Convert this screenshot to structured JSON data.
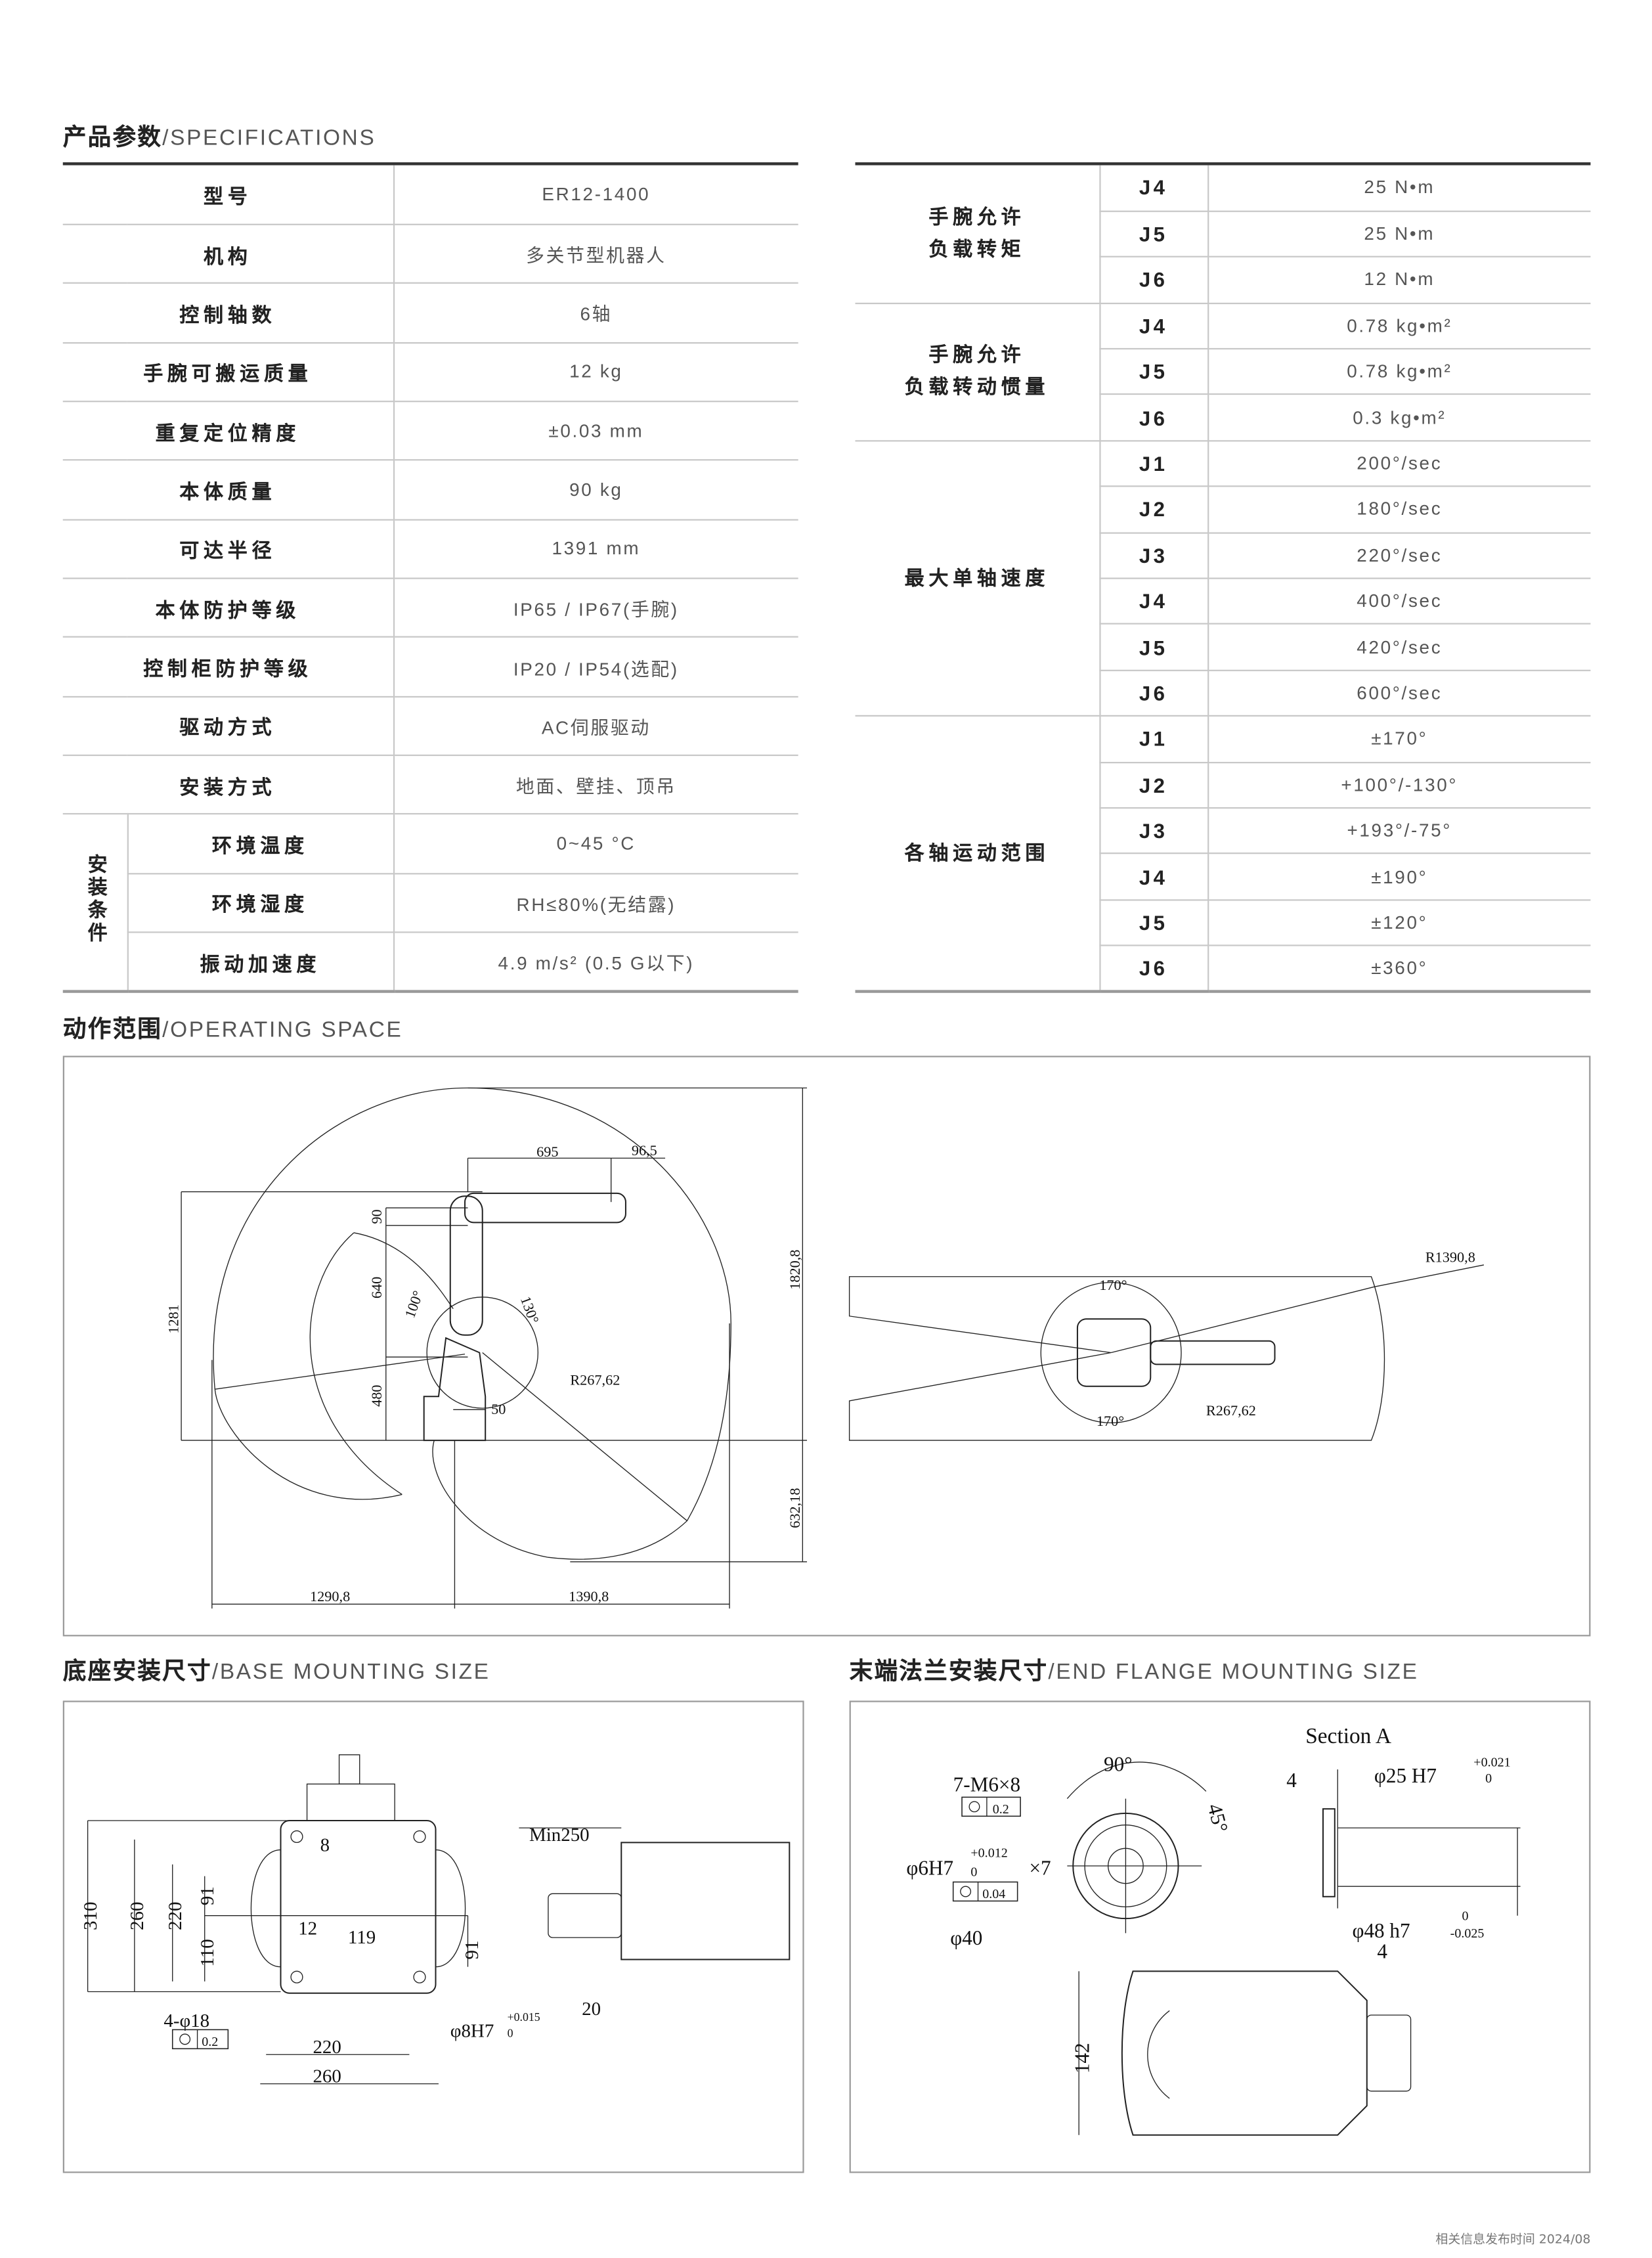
{
  "specs": {
    "title_cn": "产品参数",
    "title_en": "/SPECIFICATIONS",
    "rows": [
      {
        "label": "型号",
        "value": "ER12-1400"
      },
      {
        "label": "机构",
        "value": "多关节型机器人"
      },
      {
        "label": "控制轴数",
        "value": "6轴"
      },
      {
        "label": "手腕可搬运质量",
        "value": "12 kg"
      },
      {
        "label": "重复定位精度",
        "value": "±0.03 mm"
      },
      {
        "label": "本体质量",
        "value": "90 kg"
      },
      {
        "label": "可达半径",
        "value": "1391 mm"
      },
      {
        "label": "本体防护等级",
        "value": "IP65 / IP67(手腕)"
      },
      {
        "label": "控制柜防护等级",
        "value": "IP20 / IP54(选配)"
      },
      {
        "label": "驱动方式",
        "value": "AC伺服驱动"
      },
      {
        "label": "安装方式",
        "value": "地面、壁挂、顶吊"
      }
    ],
    "install": {
      "group": "安装条件",
      "rows": [
        {
          "label": "环境温度",
          "value": "0~45 °C"
        },
        {
          "label": "环境湿度",
          "value": "RH≤80%(无结露)"
        },
        {
          "label": "振动加速度",
          "value": "4.9 m/s² (0.5 G以下)"
        }
      ]
    },
    "right_groups": [
      {
        "label_l1": "手腕允许",
        "label_l2": "负载转矩",
        "rows": [
          {
            "j": "J4",
            "v": "25 N•m"
          },
          {
            "j": "J5",
            "v": "25 N•m"
          },
          {
            "j": "J6",
            "v": "12 N•m"
          }
        ]
      },
      {
        "label_l1": "手腕允许",
        "label_l2": "负载转动惯量",
        "rows": [
          {
            "j": "J4",
            "v": "0.78 kg•m²"
          },
          {
            "j": "J5",
            "v": "0.78 kg•m²"
          },
          {
            "j": "J6",
            "v": "0.3 kg•m²"
          }
        ]
      },
      {
        "label_l1": "最大单轴速度",
        "label_l2": "",
        "rows": [
          {
            "j": "J1",
            "v": "200°/sec"
          },
          {
            "j": "J2",
            "v": "180°/sec"
          },
          {
            "j": "J3",
            "v": "220°/sec"
          },
          {
            "j": "J4",
            "v": "400°/sec"
          },
          {
            "j": "J5",
            "v": "420°/sec"
          },
          {
            "j": "J6",
            "v": "600°/sec"
          }
        ]
      },
      {
        "label_l1": "各轴运动范围",
        "label_l2": "",
        "rows": [
          {
            "j": "J1",
            "v": "±170°"
          },
          {
            "j": "J2",
            "v": "+100°/-130°"
          },
          {
            "j": "J3",
            "v": "+193°/-75°"
          },
          {
            "j": "J4",
            "v": "±190°"
          },
          {
            "j": "J5",
            "v": "±120°"
          },
          {
            "j": "J6",
            "v": "±360°"
          }
        ]
      }
    ]
  },
  "operating": {
    "title_cn": "动作范围",
    "title_en": "/OPERATING SPACE",
    "side": {
      "d695": "695",
      "d96": "96,5",
      "d90": "90",
      "d640": "640",
      "d480": "480",
      "d1281": "1281",
      "a100": "100°",
      "a130": "130°",
      "r": "R267,62",
      "d50": "50",
      "d1820": "1820,8",
      "d632": "632,18",
      "d1290": "1290,8",
      "d1390": "1390,8"
    },
    "top": {
      "r1390": "R1390,8",
      "a170a": "170°",
      "a170b": "170°",
      "r": "R267,62"
    }
  },
  "base": {
    "title_cn": "底座安装尺寸",
    "title_en": "/BASE MOUNTING SIZE",
    "d310": "310",
    "d260v": "260",
    "d220v": "220",
    "d110": "110",
    "d91a": "91",
    "d12": "12",
    "d8": "8",
    "d119": "119",
    "d91b": "91",
    "holes": "4-φ18",
    "tol1": "0.2",
    "pin": "φ8H7",
    "pin_up": "+0.015",
    "pin_lo": "0",
    "d220h": "220",
    "d260h": "260",
    "min": "Min250",
    "d20": "20"
  },
  "flange": {
    "title_cn": "末端法兰安装尺寸",
    "title_en": "/END FLANGE MOUNTING SIZE",
    "section": "Section A",
    "thread": "7-M6×8",
    "tol1": "0.2",
    "pin": "φ6H7",
    "pin_up": "+0.012",
    "pin_lo": "0",
    "pin_n": "×7",
    "tol2": "0.04",
    "d40": "φ40",
    "a90": "90°",
    "a45": "45°",
    "d4a": "4",
    "d25": "φ25 H7",
    "d25_up": "+0.021",
    "d25_lo": "0",
    "d48": "φ48 h7",
    "d48_up": "0",
    "d48_lo": "-0.025",
    "d4b": "4",
    "d142": "142"
  },
  "footer": "相关信息发布时间 2024/08"
}
